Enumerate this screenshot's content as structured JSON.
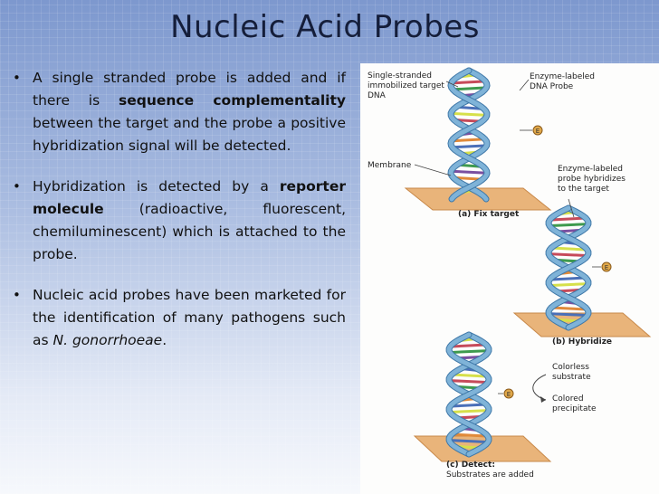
{
  "slide": {
    "title": "Nucleic Acid Probes",
    "bullets": [
      {
        "pre": "A single stranded probe is added and if there is ",
        "bold": "sequence complementality",
        "post": " between the target and the probe a positive hybridization signal will be detected."
      },
      {
        "pre": "Hybridization is detected by a ",
        "bold": "reporter molecule",
        "post": " (radioactive, fluorescent, chemiluminescent) which is attached to the probe."
      },
      {
        "pre": "Nucleic acid probes have been marketed for the identification of many pathogens such as ",
        "italic": "N. gonorrhoeae",
        "post": "."
      }
    ],
    "bullet_glyph": "•"
  },
  "figure": {
    "labels": {
      "single_stranded": [
        "Single-stranded",
        "immobilized target",
        "DNA"
      ],
      "enzyme_probe": [
        "Enzyme-labeled",
        "DNA Probe"
      ],
      "membrane": "Membrane",
      "probe_hybridizes": [
        "Enzyme-labeled",
        "probe hybridizes",
        "to the target"
      ],
      "step_a": "(a) Fix target",
      "step_b": "(b) Hybridize",
      "colorless": [
        "Colorless",
        "substrate"
      ],
      "colored": [
        "Colored",
        "precipitate"
      ],
      "step_c_title": "(c) Detect:",
      "step_c_sub": "Substrates are added",
      "enzyme_marker": "E"
    },
    "colors": {
      "helix": "#7fb3d8",
      "helix_edge": "#3f78a8",
      "membrane": "#e9b47a",
      "membrane_edge": "#c8894a",
      "bases": [
        "#d6e04a",
        "#c64a5a",
        "#3e9a4e",
        "#7a4fa0",
        "#e08a3a",
        "#4a6fb8"
      ]
    }
  }
}
